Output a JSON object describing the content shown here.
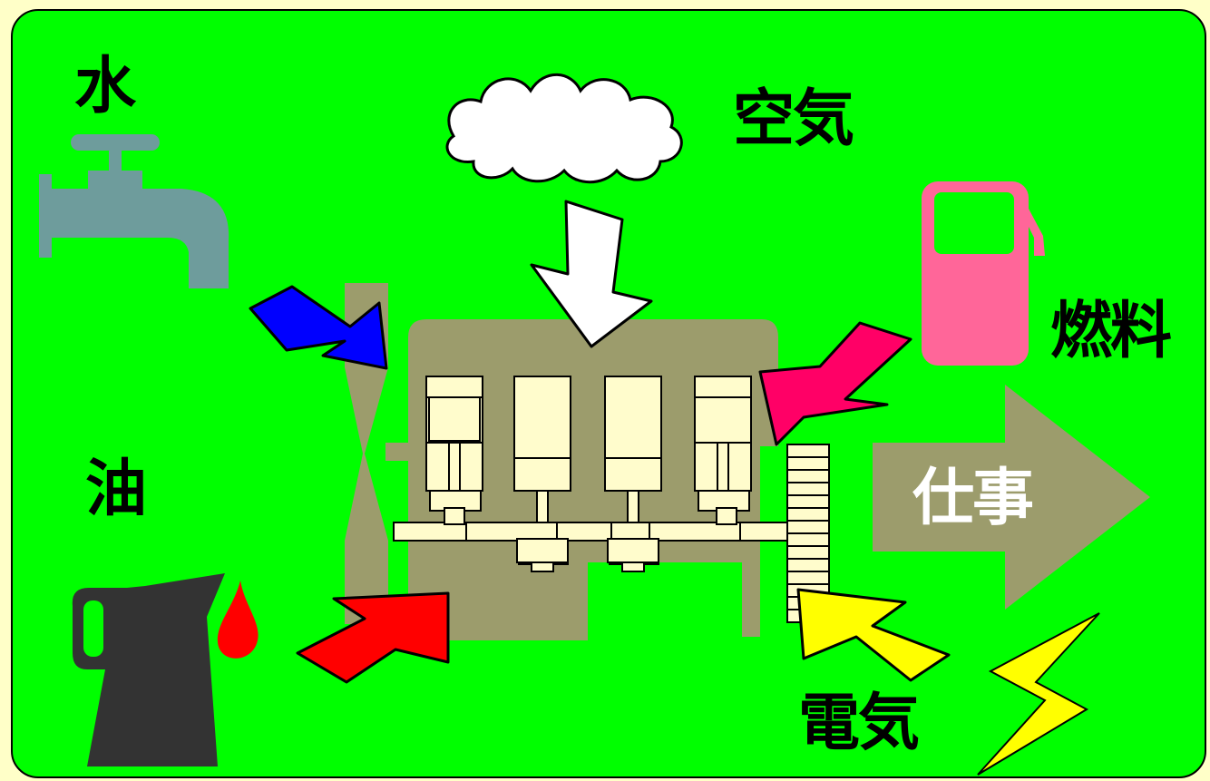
{
  "labels": {
    "water": "水",
    "air": "空気",
    "fuel": "燃料",
    "oil": "油",
    "work": "仕事",
    "electricity": "電気"
  },
  "colors": {
    "background": "#00ff00",
    "outer_background": "#ffffc8",
    "engine_body": "#9c9c6c",
    "cylinder_parts": "#fffccc",
    "faucet": "#6e9c9c",
    "fuel_pump": "#ff6699",
    "oil_jug": "#333333",
    "oil_drop": "#ff0000",
    "water_arrow": "#0000ff",
    "air_arrow": "#ffffff",
    "fuel_arrow": "#ff0066",
    "oil_arrow": "#ff0000",
    "electricity_arrow": "#ffff00",
    "work_arrow": "#9c9c6c",
    "lightning": "#ffff00"
  },
  "icons": [
    "faucet-icon",
    "cloud-icon",
    "fuel-pump-icon",
    "oil-jug-icon",
    "oil-drop-icon",
    "lightning-icon",
    "engine-icon"
  ]
}
